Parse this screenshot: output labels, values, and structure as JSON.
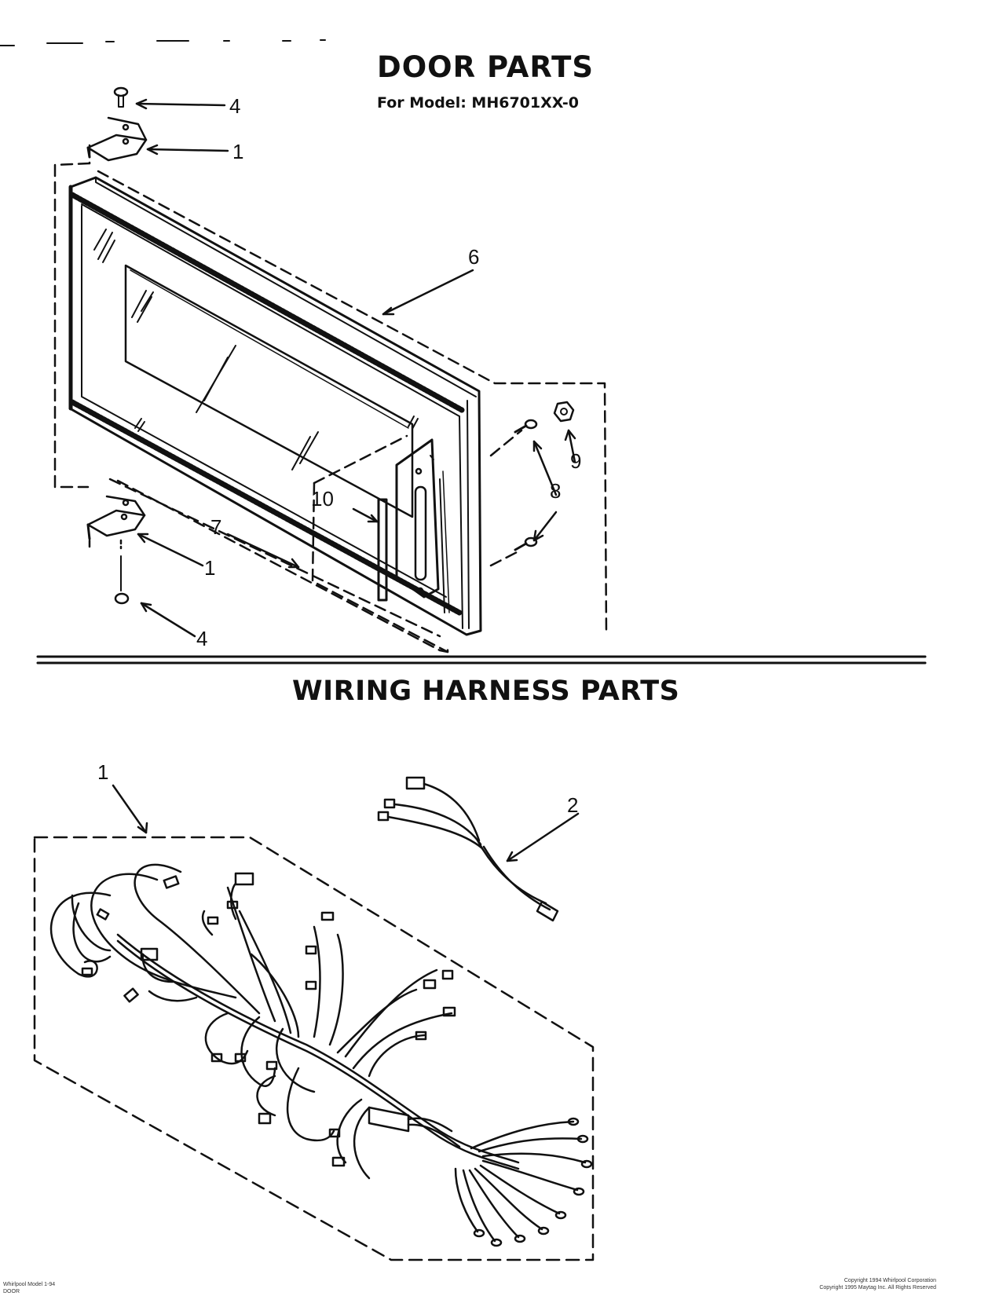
{
  "door_section": {
    "title": "DOOR PARTS",
    "model_line": "For Model: MH6701XX-0",
    "callouts": {
      "c1": "4",
      "c2": "1",
      "c3": "6",
      "c4": "9",
      "c5": "8",
      "c6": "10",
      "c7": "7",
      "c8": "1",
      "c9": "4"
    }
  },
  "wiring_section": {
    "title": "WIRING HARNESS PARTS",
    "callouts": {
      "c1": "1",
      "c2": "2"
    }
  },
  "footer": {
    "left_line1": "Whirlpool Model 1-94",
    "left_line2": "DOOR",
    "right_line1": "Copyright 1994 Whirlpool Corporation",
    "right_line2": "Copyright 1995 Maytag Inc. All Rights Reserved"
  }
}
